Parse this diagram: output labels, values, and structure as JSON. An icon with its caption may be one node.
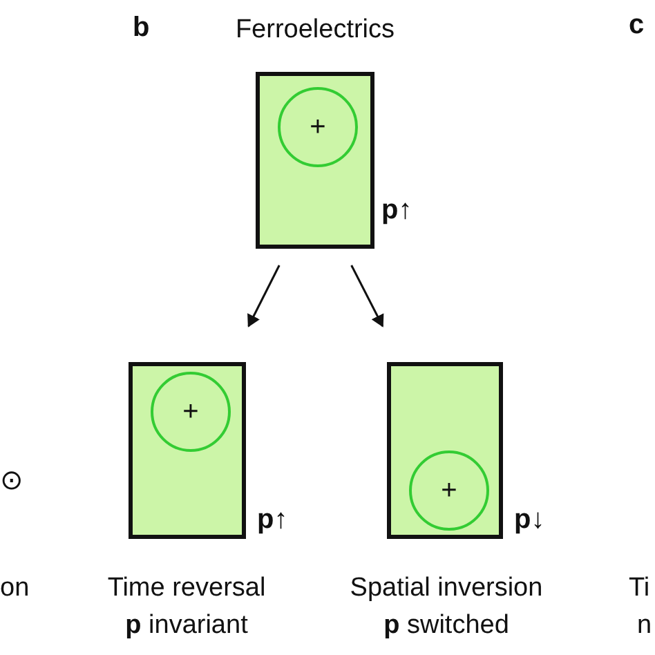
{
  "diagram": {
    "title": "Ferroelectrics",
    "nodes": [
      {
        "text": [],
        "shape": "box",
        "beside": [
          "**p**↑"
        ]
      },
      {
        "text": [
          "+"
        ],
        "in": 0
      },
      {
        "text": [],
        "shape": "box",
        "beside": [
          "**p**↑",
          "Time reversal",
          "**p** invariant"
        ]
      },
      {
        "text": [
          "+"
        ],
        "in": 2
      },
      {
        "text": [],
        "shape": "box",
        "beside": [
          "**p**↓",
          "Spatial inversion",
          "**p** switched"
        ]
      },
      {
        "text": [
          "+"
        ],
        "in": 4
      }
    ],
    "edges": [
      {
        "from": 0,
        "to": 2,
        "arrow": "to"
      },
      {
        "from": 0,
        "to": 4,
        "arrow": "to"
      }
    ],
    "labels": [
      "b",
      "⊙",
      "on",
      "c",
      "Ti",
      "n"
    ]
  }
}
